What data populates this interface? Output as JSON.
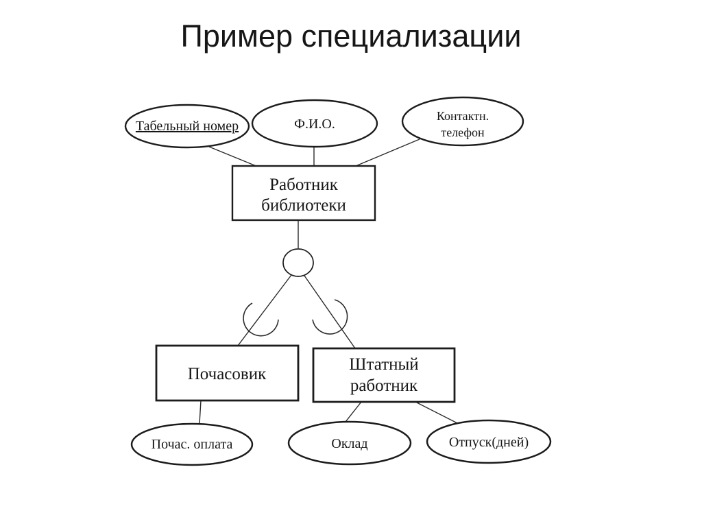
{
  "slide": {
    "title": "Пример специализации",
    "background_color": "#ffffff",
    "ink_color": "#1c1c1c"
  },
  "diagram": {
    "type": "er-specialization",
    "entity": {
      "line1": "Работник",
      "line2": "библиотеки"
    },
    "attributes": {
      "tabelny_nomer": {
        "label": "Табельный номер",
        "is_key": true
      },
      "fio": {
        "label": "Ф.И.О."
      },
      "kontaktny_telefon": {
        "line1": "Контактн.",
        "line2": "телефон"
      }
    },
    "subclasses": {
      "pochasovik": {
        "label": "Почасовик"
      },
      "shtatny": {
        "line1": "Штатный",
        "line2": "работник"
      }
    },
    "subclass_attributes": {
      "pochas_oplata": {
        "label": "Почас. оплата"
      },
      "oklad": {
        "label": "Оклад"
      },
      "otpusk": {
        "label": "Отпуск(дней)"
      }
    },
    "edges": [
      {
        "from": "tabelny_nomer",
        "to": "entity"
      },
      {
        "from": "fio",
        "to": "entity"
      },
      {
        "from": "kontaktny_telefon",
        "to": "entity"
      },
      {
        "from": "entity",
        "to": "specialization-circle"
      },
      {
        "from": "specialization-circle",
        "to": "pochasovik",
        "symbol": "subset-arc"
      },
      {
        "from": "specialization-circle",
        "to": "shtatny",
        "symbol": "subset-arc"
      },
      {
        "from": "pochasovik",
        "to": "pochas_oplata"
      },
      {
        "from": "shtatny",
        "to": "oklad"
      },
      {
        "from": "shtatny",
        "to": "otpusk"
      }
    ]
  }
}
